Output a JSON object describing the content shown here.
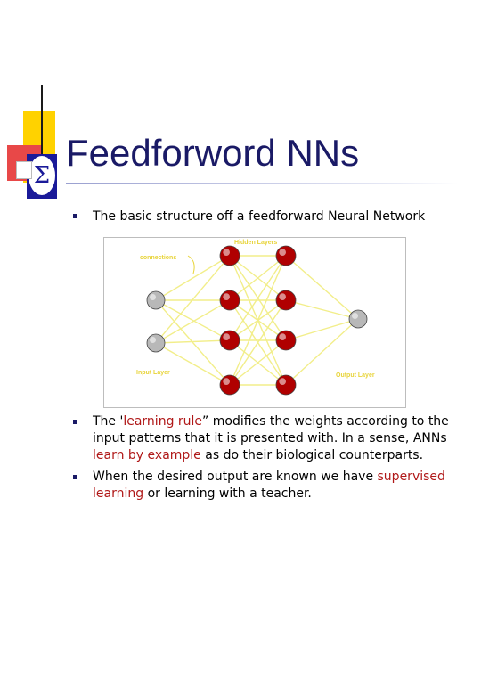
{
  "slide": {
    "title": "Feedforword NNs",
    "logo_symbol": "Σ"
  },
  "bullets": [
    {
      "parts": [
        {
          "text": "The basic structure off a feedforward Neural Network",
          "color": "#000000"
        }
      ]
    },
    {
      "parts": [
        {
          "text": "The '",
          "color": "#000000"
        },
        {
          "text": "learning rule",
          "color": "#b01818"
        },
        {
          "text": "” modifies the weights according to the input patterns that it is presented with. In a sense, ANNs ",
          "color": "#000000"
        },
        {
          "text": "learn by example",
          "color": "#b01818"
        },
        {
          "text": " as do their biological counterparts.",
          "color": "#000000"
        }
      ]
    },
    {
      "parts": [
        {
          "text": "When the desired output are known we have ",
          "color": "#000000"
        },
        {
          "text": "supervised learning",
          "color": "#b01818"
        },
        {
          "text": " or learning with a teacher.",
          "color": "#000000"
        }
      ]
    }
  ],
  "figure": {
    "labels": {
      "hidden": "Hidden Layers",
      "connections": "connections",
      "input": "Input Layer",
      "output": "Output Layer"
    },
    "layer_sizes": [
      2,
      4,
      4,
      1
    ],
    "colors": {
      "connection": "#f2ee8a",
      "input_node": "#b8b8b8",
      "hidden_node": "#b00000",
      "output_node": "#b8b8b8",
      "label": "#e8d43a"
    }
  }
}
